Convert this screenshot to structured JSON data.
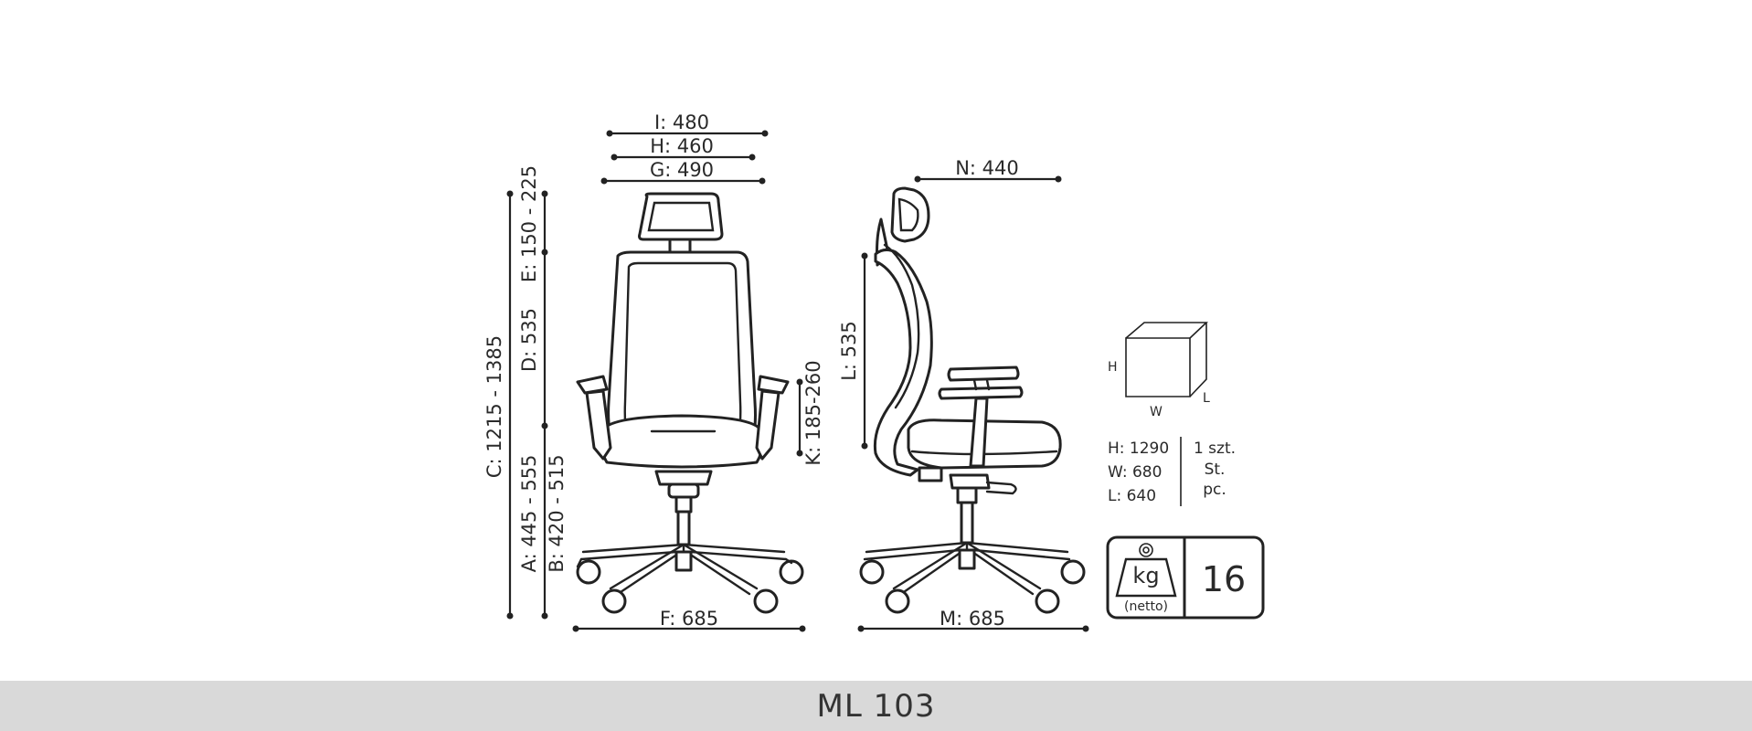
{
  "dimensions": {
    "i": "I: 480",
    "h": "H: 460",
    "g": "G: 490",
    "n": "N: 440",
    "c": "C: 1215 - 1385",
    "e": "E: 150 - 225",
    "d": "D: 535",
    "a": "A: 445 - 555",
    "b": "B: 420 - 515",
    "k": "K: 185-260",
    "l": "L: 535",
    "f": "F: 685",
    "m": "M: 685"
  },
  "package": {
    "box_labels": {
      "h": "H",
      "w": "W",
      "l": "L"
    },
    "sizes": [
      "H: 1290",
      "W: 680",
      "L: 640"
    ],
    "quantity": [
      "1 szt.",
      "St.",
      "pc."
    ]
  },
  "weight": {
    "unit": "kg",
    "note": "(netto)",
    "value": "16"
  },
  "model": "ML 103"
}
